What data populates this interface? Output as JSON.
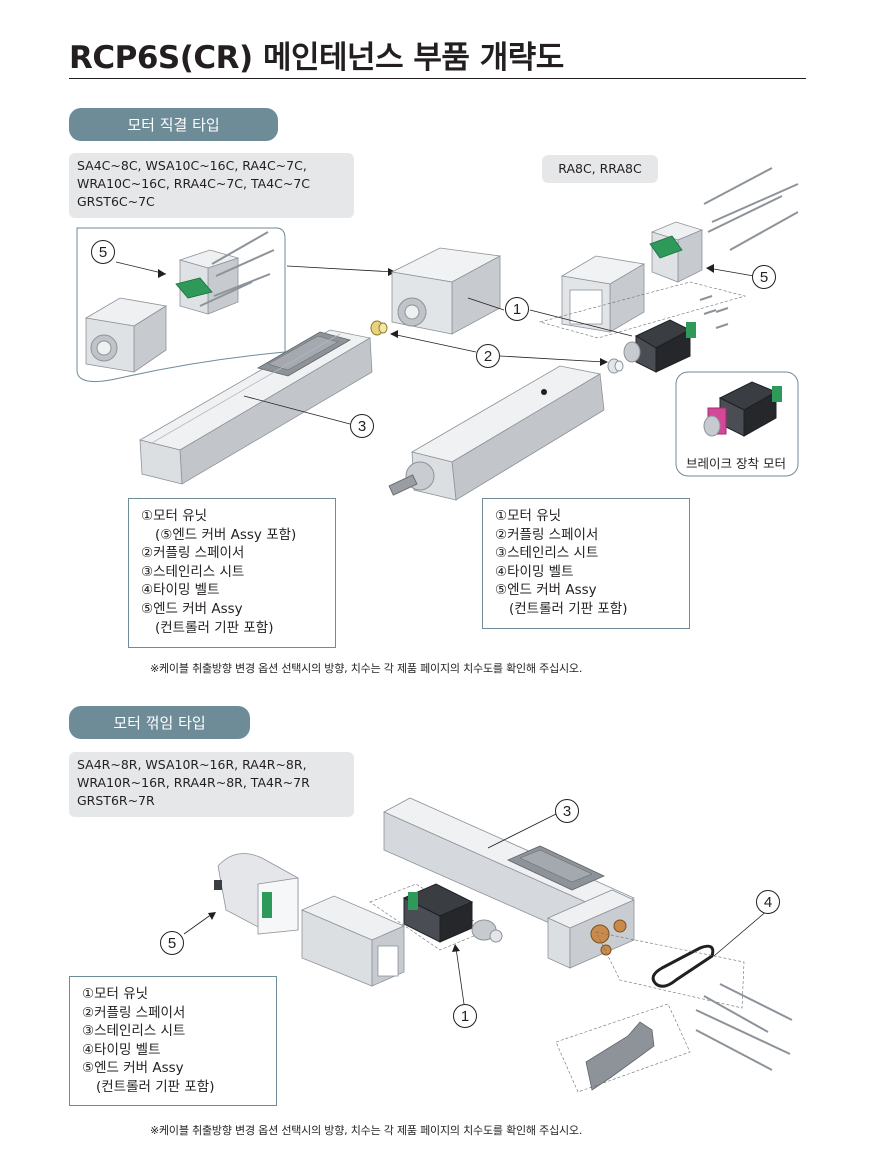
{
  "title": "RCP6S(CR) 메인테넌스 부품 개략도",
  "section1": {
    "tab": "모터 직결 타입",
    "models_left": [
      "SA4C~8C, WSA10C~16C, RA4C~7C,",
      "WRA10C~16C, RRA4C~7C, TA4C~7C",
      "GRST6C~7C"
    ],
    "models_right": "RA8C, RRA8C",
    "brake_caption": "브레이크 장착 모터",
    "callouts": [
      "5",
      "1",
      "2",
      "3",
      "5"
    ],
    "legend_left": [
      "①모터 유닛",
      "(⑤엔드 커버 Assy 포함)",
      "②커플링 스페이서",
      "③스테인리스 시트",
      "④타이밍 벨트",
      "⑤엔드 커버 Assy",
      "(컨트롤러 기판 포함)"
    ],
    "legend_right": [
      "①모터 유닛",
      "②커플링 스페이서",
      "③스테인리스 시트",
      "④타이밍 벨트",
      "⑤엔드 커버 Assy",
      "(컨트롤러 기판 포함)"
    ],
    "note": "※케이블 취출방향 변경 옵션 선택시의 방향, 치수는 각 제품 페이지의 치수도를 확인해 주십시오."
  },
  "section2": {
    "tab": "모터 꺾임 타입",
    "models": [
      "SA4R~8R, WSA10R~16R, RA4R~8R,",
      "WRA10R~16R, RRA4R~8R, TA4R~7R",
      "GRST6R~7R"
    ],
    "callouts": [
      "3",
      "4",
      "5",
      "1"
    ],
    "legend": [
      "①모터 유닛",
      "②커플링 스페이서",
      "③스테인리스 시트",
      "④타이밍 벨트",
      "⑤엔드 커버 Assy",
      "(컨트롤러 기판 포함)"
    ],
    "note": "※케이블 취출방향 변경 옵션 선택시의 방향, 치수는 각 제품 페이지의 치수도를 확인해 주십시오."
  },
  "colors": {
    "tab": "#6e8b98",
    "models_bg": "#e6e7e8",
    "board_green": "#2e9a5a",
    "magenta": "#d4489a"
  }
}
